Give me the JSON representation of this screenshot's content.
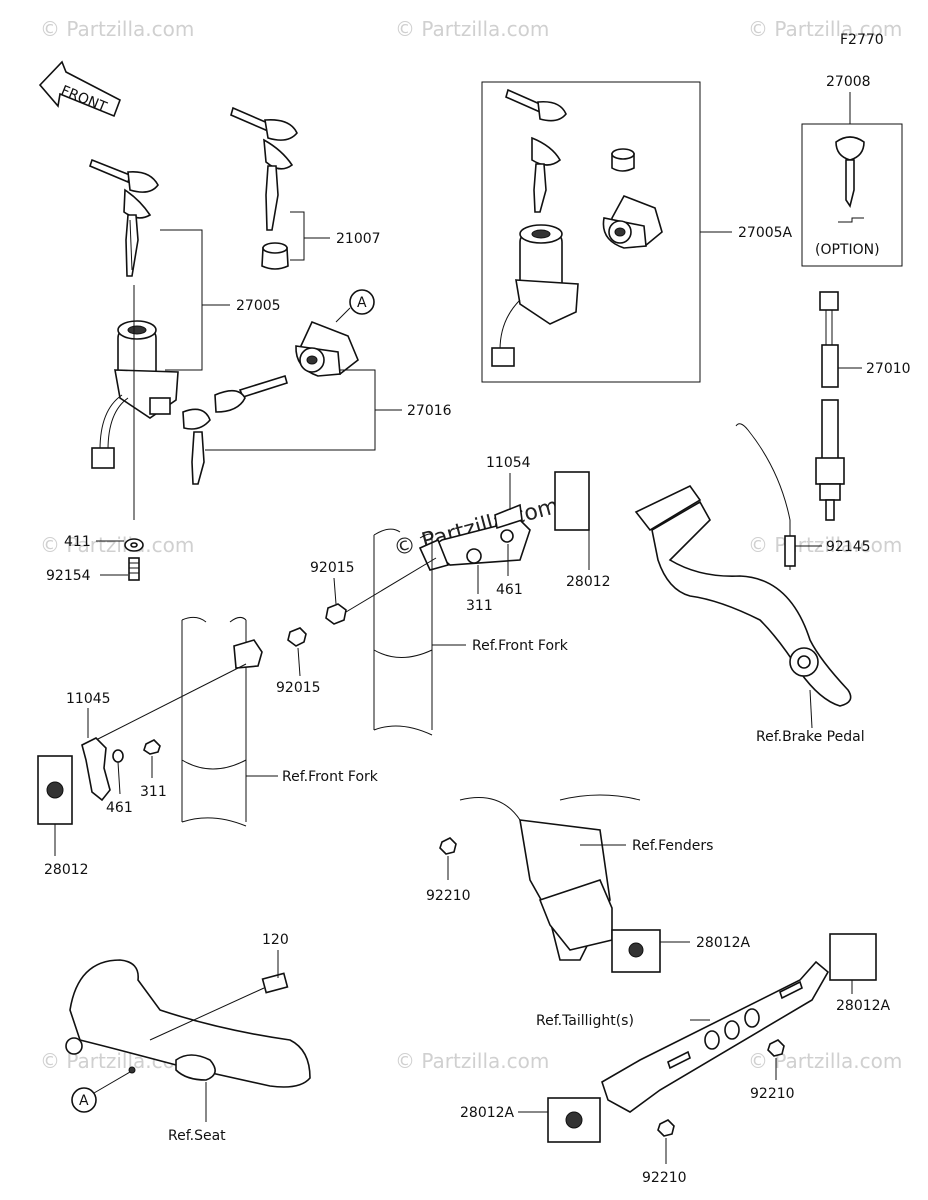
{
  "figure_code": "F2770",
  "watermark": "© Partzilla.com",
  "watermark_center": "© Partzilla.com",
  "front_label": "FRONT",
  "option_label": "(OPTION)",
  "callout_letter": "A",
  "parts": {
    "p27008": "27008",
    "p21007": "21007",
    "p27005": "27005",
    "p27005A": "27005A",
    "p27010": "27010",
    "p27016": "27016",
    "p11054": "11054",
    "p411": "411",
    "p92154": "92154",
    "p92015_a": "92015",
    "p92015_b": "92015",
    "p461_a": "461",
    "p461_b": "461",
    "p311_a": "311",
    "p311_b": "311",
    "p28012_a": "28012",
    "p28012_b": "28012",
    "p11045": "11045",
    "p92145": "92145",
    "p92210_a": "92210",
    "p92210_b": "92210",
    "p92210_c": "92210",
    "p28012A_a": "28012A",
    "p28012A_b": "28012A",
    "p28012A_c": "28012A",
    "p120": "120"
  },
  "refs": {
    "front_fork_a": "Ref.Front Fork",
    "front_fork_b": "Ref.Front Fork",
    "brake_pedal": "Ref.Brake Pedal",
    "fenders": "Ref.Fenders",
    "taillight": "Ref.Taillight(s)",
    "seat": "Ref.Seat"
  }
}
